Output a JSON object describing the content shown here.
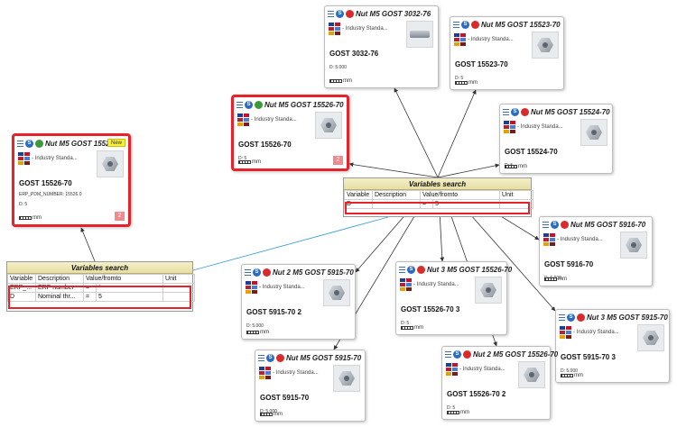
{
  "cards": [
    {
      "id": "c0",
      "title": "Nut M5 GOST 15526-70",
      "category": "- Industry Standa...",
      "name": "GOST 15526-70",
      "extra": "ERP_PDM_NUMBER: 15526.0",
      "d": "D: 5",
      "unit": "mm",
      "status": "green",
      "selected": true,
      "badge_new": "New",
      "badge_count": "2",
      "thumb": "nut"
    },
    {
      "id": "c1",
      "title": "Nut M5 GOST 3032-76",
      "category": "- Industry Standa...",
      "name": "GOST 3032-76",
      "d": "D: 5.000",
      "unit": "mm",
      "status": "red",
      "thumb": "bolt"
    },
    {
      "id": "c2",
      "title": "Nut M5 GOST 15523-70",
      "category": "- Industry Standa...",
      "name": "GOST 15523-70",
      "d": "D: 5",
      "unit": "mm",
      "status": "red",
      "thumb": "nut"
    },
    {
      "id": "c3",
      "title": "Nut M5 GOST 15526-70",
      "category": "- Industry Standa...",
      "name": "GOST 15526-70",
      "d": "D: 5",
      "unit": "mm",
      "status": "green",
      "selected": true,
      "badge_count": "2",
      "thumb": "nut"
    },
    {
      "id": "c4",
      "title": "Nut M5 GOST 15524-70",
      "category": "- Industry Standa...",
      "name": "GOST 15524-70",
      "d": "D: 5",
      "unit": "mm",
      "status": "red",
      "thumb": "nut"
    },
    {
      "id": "c5",
      "title": "Nut M5 GOST 5916-70",
      "category": "- Industry Standa...",
      "name": "GOST 5916-70",
      "d": "D: 5.000",
      "unit": "mm",
      "status": "red",
      "thumb": "nut"
    },
    {
      "id": "c6",
      "title": "Nut 2 M5 GOST 5915-70",
      "category": "- Industry Standa...",
      "name": "GOST 5915-70 2",
      "d": "D: 5.000",
      "unit": "mm",
      "status": "red",
      "thumb": "nut"
    },
    {
      "id": "c7",
      "title": "Nut 3 M5 GOST 15526-70",
      "category": "- Industry Standa...",
      "name": "GOST 15526-70 3",
      "d": "D: 5",
      "unit": "mm",
      "status": "red",
      "thumb": "nut"
    },
    {
      "id": "c8",
      "title": "Nut 3 M5 GOST 5915-70",
      "category": "- Industry Standa...",
      "name": "GOST 5915-70 3",
      "d": "D: 5.000",
      "unit": "mm",
      "status": "red",
      "thumb": "nut"
    },
    {
      "id": "c9",
      "title": "Nut M5 GOST 5915-70",
      "category": "- Industry Standa...",
      "name": "GOST 5915-70",
      "d": "D: 5.000",
      "unit": "mm",
      "status": "red",
      "thumb": "nut"
    },
    {
      "id": "c10",
      "title": "Nut 2 M5 GOST 15526-70",
      "category": "- Industry Standa...",
      "name": "GOST 15526-70 2",
      "d": "D: 5",
      "unit": "mm",
      "status": "red",
      "thumb": "nut"
    }
  ],
  "search_main": {
    "title": "Variables search",
    "columns": [
      "Variable",
      "Description",
      "Value/fromto",
      "Unit"
    ],
    "rows": [
      [
        "D",
        "",
        "=",
        "5",
        ""
      ]
    ]
  },
  "search_left": {
    "title": "Variables search",
    "columns": [
      "Variable",
      "Description",
      "Value/fromto",
      "Unit"
    ],
    "rows": [
      [
        "ERP_...",
        "ERP number",
        "=",
        "*",
        ""
      ],
      [
        "D",
        "Nominal thr...",
        "=",
        "5",
        ""
      ]
    ]
  },
  "colors": {
    "selection": "#e8222a",
    "link_blue": "#3ea0d8",
    "edge": "#333333"
  }
}
